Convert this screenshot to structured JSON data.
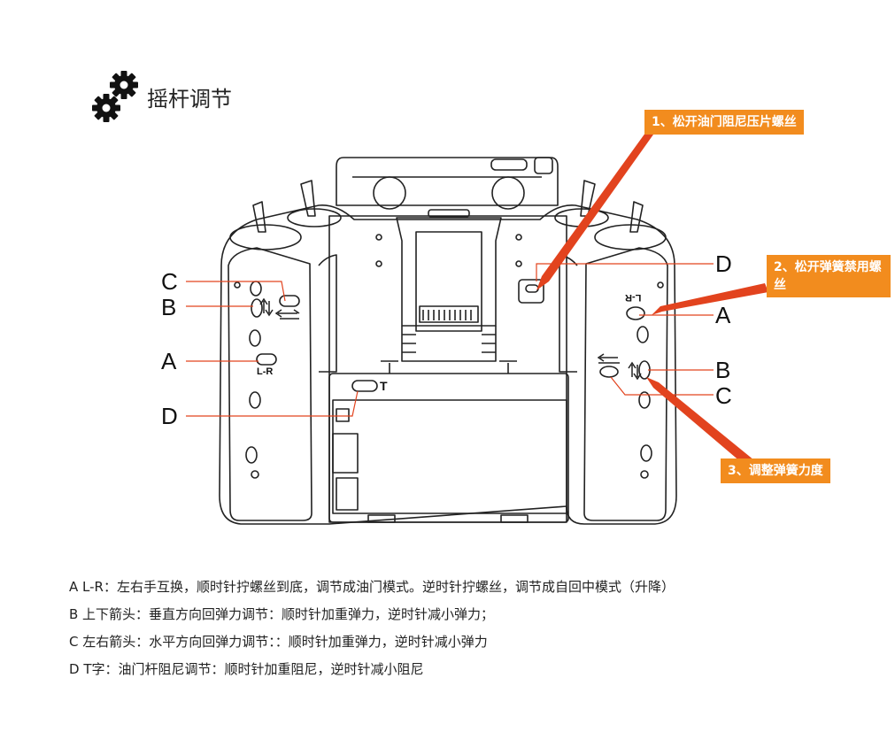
{
  "section_title": "摇杆调节",
  "icon": "gear-icon",
  "accent_color": "#f28c1e",
  "arrow_color": "#e2431e",
  "callouts": [
    "1、松开油门阻尼压片螺丝",
    "2、松开弹簧禁用螺丝",
    "3、调整弹簧力度"
  ],
  "left_labels": {
    "c": "C",
    "b": "B",
    "a": "A",
    "d": "D"
  },
  "right_labels": {
    "d": "D",
    "a": "A",
    "b": "B",
    "c": "C"
  },
  "device_marks": {
    "lr_left": "L-R",
    "lr_right": "L-R",
    "t_mark": "T"
  },
  "descriptions": [
    "A  L-R：左右手互换，顺时针拧螺丝到底，调节成油门模式。逆时针拧螺丝，调节成自回中模式（升降）",
    "B  上下箭头：垂直方向回弹力调节：顺时针加重弹力，逆时针减小弹力；",
    "C  左右箭头：水平方向回弹力调节：：顺时针加重弹力，逆时针减小弹力",
    "D  T字：油门杆阻尼调节：顺时针加重阻尼，逆时针减小阻尼"
  ]
}
